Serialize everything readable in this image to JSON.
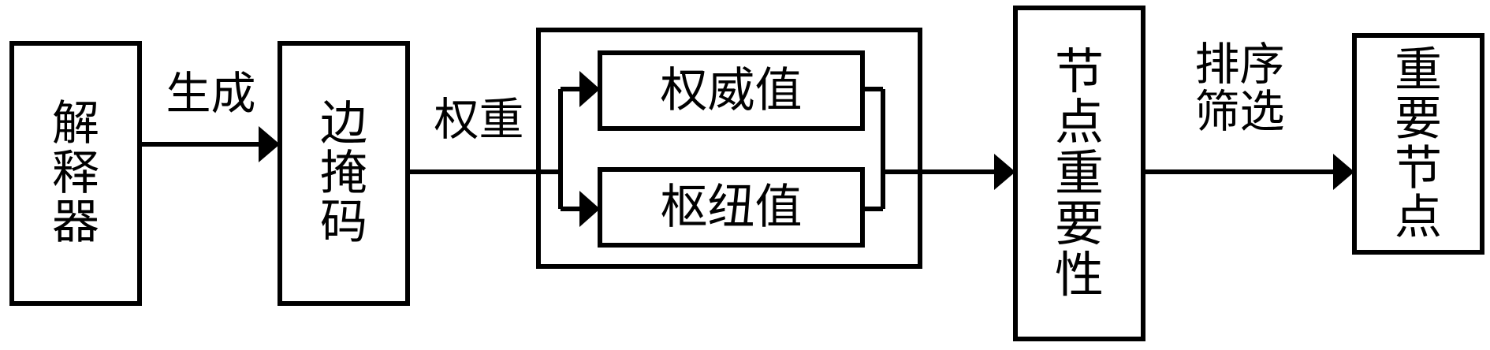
{
  "diagram": {
    "type": "flowchart",
    "orientation": "left-to-right",
    "background_color": "#ffffff",
    "line_color": "#000000",
    "nodes": [
      {
        "id": "interpreter",
        "label": "解释器",
        "chars": [
          "解",
          "释",
          "器"
        ],
        "layout": "vertical"
      },
      {
        "id": "edge-mask",
        "label": "边掩码",
        "chars": [
          "边",
          "掩",
          "码"
        ],
        "layout": "vertical"
      },
      {
        "id": "hits-group",
        "label": "",
        "layout": "container",
        "children": [
          {
            "id": "authority-value",
            "label": "权威值",
            "layout": "horizontal"
          },
          {
            "id": "hub-value",
            "label": "枢纽值",
            "layout": "horizontal"
          }
        ]
      },
      {
        "id": "node-importance",
        "label": "节点重要性",
        "chars": [
          "节",
          "点",
          "重",
          "要",
          "性"
        ],
        "layout": "vertical"
      },
      {
        "id": "important-nodes",
        "label": "重要节点",
        "chars": [
          "重",
          "要",
          "节",
          "点"
        ],
        "layout": "vertical"
      }
    ],
    "edges": [
      {
        "id": "edge-generate",
        "from": "interpreter",
        "to": "edge-mask",
        "label": "生成",
        "label_lines": [
          "生成"
        ]
      },
      {
        "id": "edge-weight",
        "from": "edge-mask",
        "to": "hits-group",
        "label": "权重",
        "label_lines": [
          "权重"
        ]
      },
      {
        "id": "edge-to-authority",
        "from": "hits-group-split",
        "to": "authority-value",
        "label": ""
      },
      {
        "id": "edge-to-hub",
        "from": "hits-group-split",
        "to": "hub-value",
        "label": ""
      },
      {
        "id": "edge-merge",
        "from": "hits-group",
        "to": "node-importance",
        "label": ""
      },
      {
        "id": "edge-rank-filter",
        "from": "node-importance",
        "to": "important-nodes",
        "label": "排序筛选",
        "label_lines": [
          "排序",
          "筛选"
        ]
      }
    ]
  }
}
